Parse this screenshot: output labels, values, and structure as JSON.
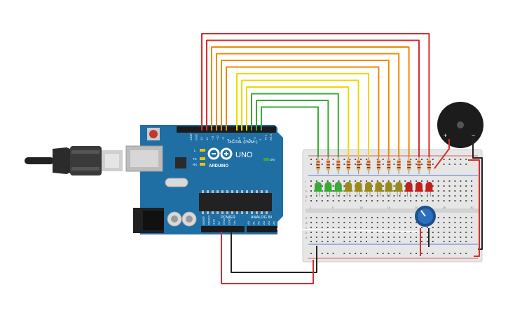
{
  "board": {
    "logo_text": "ARDUINO",
    "model": "UNO",
    "digital_label": "DIGITAL (PWM~)",
    "power_label": "POWER",
    "analog_label": "ANALOG IN",
    "on_label": "ON",
    "l_label": "L",
    "tx_label": "TX",
    "rx_label": "RX",
    "digital_pins": [
      "AREF",
      "GND",
      "13",
      "12",
      "~11",
      "~10",
      "~9",
      "8",
      "7",
      "~6",
      "~5",
      "4",
      "~3",
      "2",
      "TX 1",
      "RX 0"
    ],
    "power_pins": [
      "IOREF",
      "RESET",
      "3.3V",
      "5V",
      "GND",
      "GND",
      "Vin"
    ],
    "analog_pins": [
      "A0",
      "A1",
      "A2",
      "A3",
      "A4",
      "A5"
    ]
  },
  "breadboard": {
    "row_letters_top": [
      "j",
      "i",
      "h",
      "g",
      "f"
    ],
    "row_letters_bottom": [
      "e",
      "d",
      "c",
      "b",
      "a"
    ],
    "column_numbers": [
      "1",
      "5",
      "10",
      "15",
      "20",
      "25",
      "30"
    ]
  },
  "buzzer": {
    "plus_label": "+",
    "minus_label": "−"
  },
  "colors": {
    "board": "#1f6fa5",
    "wire_red": "#d62d2d",
    "wire_orange": "#f08a00",
    "wire_yellow": "#f2d600",
    "wire_green": "#3aa935",
    "wire_black": "#222222",
    "led_green": "#3aa935",
    "led_olive": "#9a8a1c",
    "led_red": "#c0201e"
  }
}
